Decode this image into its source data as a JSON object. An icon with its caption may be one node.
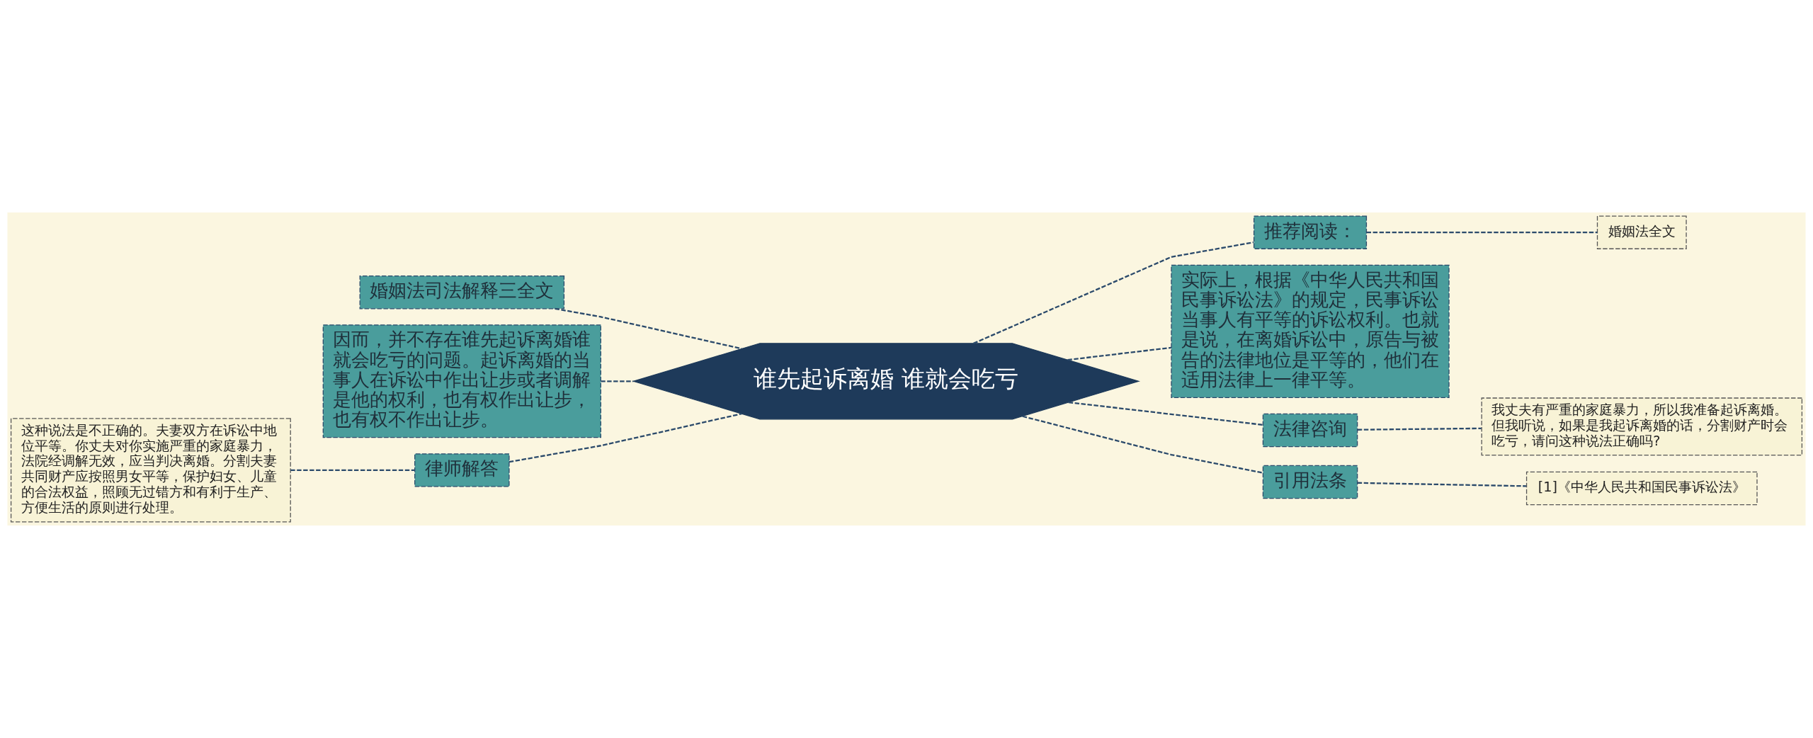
{
  "diagram": {
    "nodes": [
      {
        "text": [
          "谁先起诉离婚 谁就会吃亏"
        ]
      },
      {
        "text": [
          "婚姻法司法解释三全文"
        ]
      },
      {
        "text": [
          "因而，并不存在谁先起诉离婚谁就会吃亏的问题。起诉离婚的当事人在诉讼中作出让步或者调解是他的权利，也有权作出让步，也有权不作出让步。"
        ]
      },
      {
        "text": [
          "律师解答"
        ]
      },
      {
        "text": [
          "这种说法是不正确的。夫妻双方在诉讼中地位平等。你丈夫对你实施严重的家庭暴力，法院经调解无效，应当判决离婚。分割夫妻共同财产应按照男女平等，保护妇女、儿童的合法权益，照顾无过错方和有利于生产、方便生活的原则进行处理。"
        ]
      },
      {
        "text": [
          "推荐阅读："
        ]
      },
      {
        "text": [
          "婚姻法全文"
        ]
      },
      {
        "text": [
          "实际上，根据《中华人民共和国民事诉讼法》的规定，民事诉讼当事人有平等的诉讼权利。也就是说，在离婚诉讼中，原告与被告的法律地位是平等的，他们在适用法律上一律平等。"
        ]
      },
      {
        "text": [
          "法律咨询"
        ]
      },
      {
        "text": [
          "我丈夫有严重的家庭暴力，所以我准备起诉离婚。但我听说，如果是我起诉离婚的话，分割财产时会吃亏，请问这种说法正确吗?"
        ]
      },
      {
        "text": [
          "引用法条"
        ]
      },
      {
        "text": [
          "[1]《中华人民共和国民事诉讼法》"
        ]
      }
    ],
    "edges": [
      {
        "from": 0,
        "to": 1,
        "arrow": "none",
        "style": "dashed"
      },
      {
        "from": 0,
        "to": 2,
        "arrow": "none",
        "style": "dashed"
      },
      {
        "from": 0,
        "to": 3,
        "arrow": "none",
        "style": "dashed"
      },
      {
        "from": 3,
        "to": 4,
        "arrow": "none",
        "style": "dashed"
      },
      {
        "from": 0,
        "to": 5,
        "arrow": "none",
        "style": "dashed"
      },
      {
        "from": 5,
        "to": 6,
        "arrow": "none",
        "style": "dashed"
      },
      {
        "from": 0,
        "to": 7,
        "arrow": "none",
        "style": "dashed"
      },
      {
        "from": 0,
        "to": 8,
        "arrow": "none",
        "style": "dashed"
      },
      {
        "from": 8,
        "to": 9,
        "arrow": "none",
        "style": "dashed"
      },
      {
        "from": 0,
        "to": 10,
        "arrow": "none",
        "style": "dashed"
      },
      {
        "from": 10,
        "to": 11,
        "arrow": "none",
        "style": "dashed"
      }
    ]
  }
}
